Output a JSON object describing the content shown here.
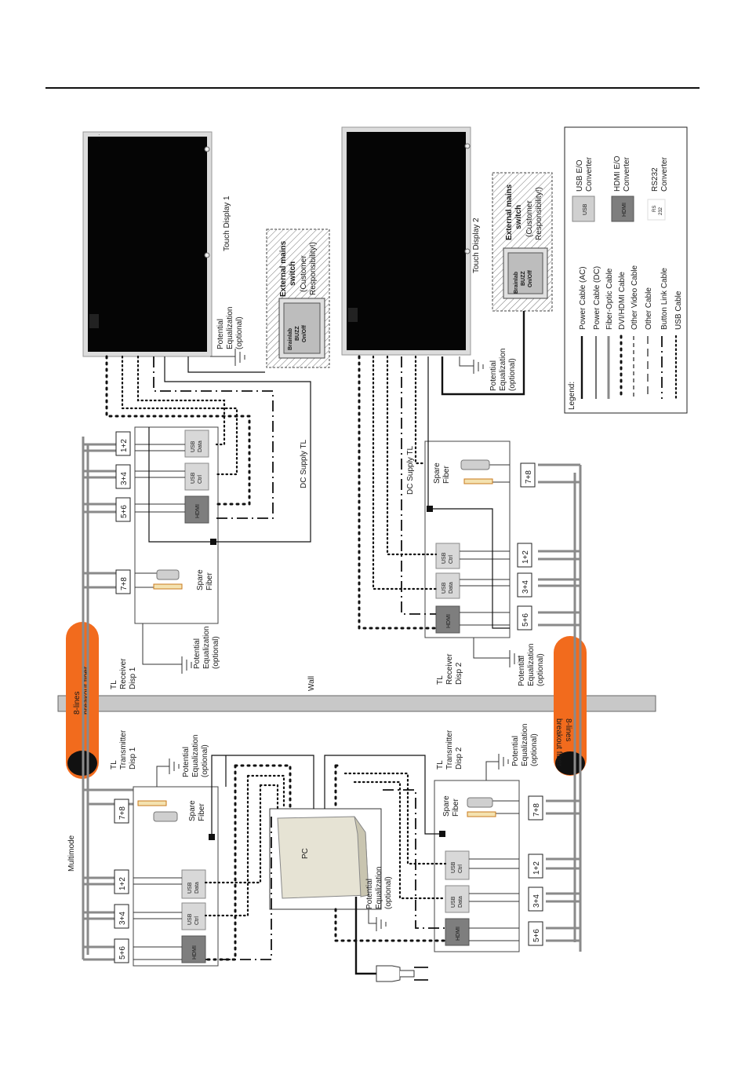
{
  "wall": "Wall",
  "multimode": "Multimode",
  "pc": "PC",
  "dc_supply": "DC Supply TL",
  "potential_eq": [
    "Potential",
    "Equalization",
    "(optional)"
  ],
  "touch_display_1": "Touch Display 1",
  "touch_display_2": "Touch Display 2",
  "switch": {
    "title_lines": [
      "External mains",
      "switch"
    ],
    "sub_lines": [
      "(Customer",
      "Responsibility!)"
    ],
    "device": [
      "Brainlab",
      "BUZZ",
      "On/Off"
    ]
  },
  "breakout_fiber": [
    "8-lines",
    "breakout fiber"
  ],
  "receiver_1": [
    "TL",
    "Receiver",
    "Disp 1"
  ],
  "receiver_2": [
    "TL",
    "Receiver",
    "Disp 2"
  ],
  "transmitter_1": [
    "TL",
    "Transmitter",
    "Disp 1"
  ],
  "transmitter_2": [
    "TL",
    "Transmitter",
    "Disp 2"
  ],
  "spare_fiber": [
    "Spare",
    "Fiber"
  ],
  "pairs": {
    "p12": "1+2",
    "p34": "3+4",
    "p56": "5+6",
    "p78": "7+8"
  },
  "ports": {
    "usb_data": [
      "USB",
      "Data"
    ],
    "usb_ctrl": [
      "USB",
      "Ctrl"
    ],
    "hdmi": "HDMI"
  },
  "legend": {
    "title": "Legend:",
    "items": [
      {
        "label": "Power Cable (AC)",
        "style": "power-ac"
      },
      {
        "label": "Power Cable (DC)",
        "style": "power-dc"
      },
      {
        "label": "Fiber-Optic Cable",
        "style": "fiber"
      },
      {
        "label": "DVI/HDMI Cable",
        "style": "video"
      },
      {
        "label": "Other Video Cable",
        "style": "other-video"
      },
      {
        "label": "Other Cable",
        "style": "other"
      },
      {
        "label": "Button Link Cable",
        "style": "button-link"
      },
      {
        "label": "USB Cable",
        "style": "usb"
      }
    ],
    "converters": [
      {
        "badge": [
          "USB"
        ],
        "label": [
          "USB E/O",
          "Converter"
        ]
      },
      {
        "badge": [
          "HDMI"
        ],
        "label": [
          "HDMI E/O",
          "Converter"
        ]
      },
      {
        "badge": [
          "RS",
          "232"
        ],
        "label": [
          "RS232",
          "Converter"
        ]
      }
    ]
  },
  "colors": {
    "fiber_trunk": "#f26b1d",
    "fiber": "#8a8a8a",
    "wall": "#c8c8c8"
  }
}
